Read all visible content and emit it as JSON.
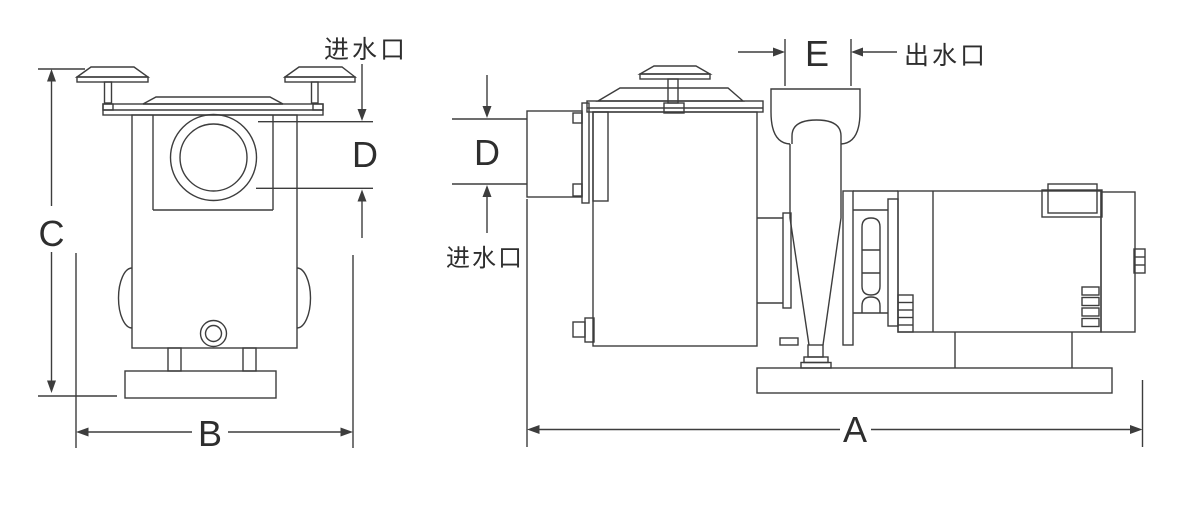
{
  "diagram": {
    "background_color": "#ffffff",
    "line_color": "#3d3d3d"
  },
  "front_view": {
    "inlet_port_label": "进水口",
    "dim_overall_height": "C",
    "dim_overall_width": "B",
    "dim_inlet_diameter": "D"
  },
  "side_view": {
    "inlet_port_label": "进水口",
    "outlet_port_label": "出水口",
    "dim_overall_length": "A",
    "dim_inlet_diameter": "D",
    "dim_outlet_diameter": "E"
  }
}
